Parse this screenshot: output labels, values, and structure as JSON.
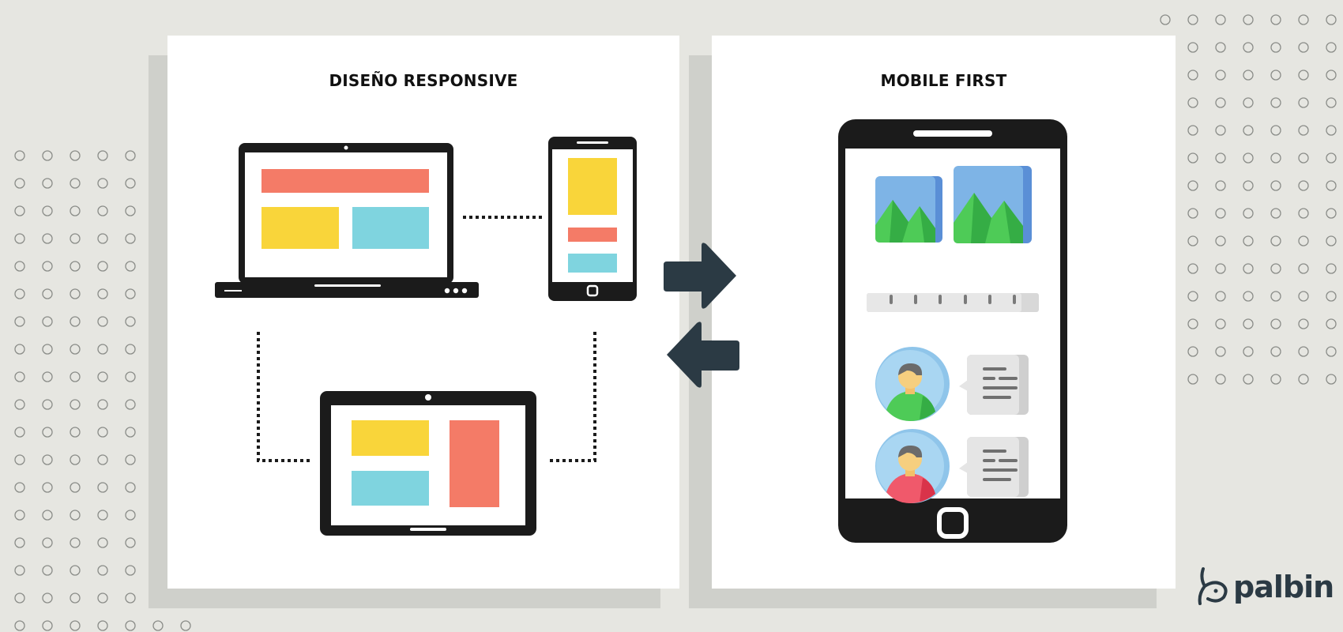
{
  "left_panel": {
    "title": "DISEÑO RESPONSIVE",
    "devices": [
      "laptop",
      "smartphone",
      "tablet"
    ]
  },
  "right_panel": {
    "title": "MOBILE FIRST"
  },
  "arrows": [
    "arrow-right",
    "arrow-left"
  ],
  "logo": {
    "text": "palbin"
  },
  "colors": {
    "background": "#e6e6e1",
    "panel": "#ffffff",
    "shadow": "#cfd0cb",
    "device": "#1b1b1b",
    "salmon": "#f47b67",
    "yellow": "#f9d53a",
    "cyan": "#7fd4df",
    "arrow": "#2b3a44",
    "photo_sky": "#7eb4e6",
    "photo_hills": "#4ecb57",
    "avatar_bg": "#a5d3f0",
    "avatar_green": "#4ecb57",
    "avatar_red": "#f0596b",
    "bubble": "#dadada"
  }
}
